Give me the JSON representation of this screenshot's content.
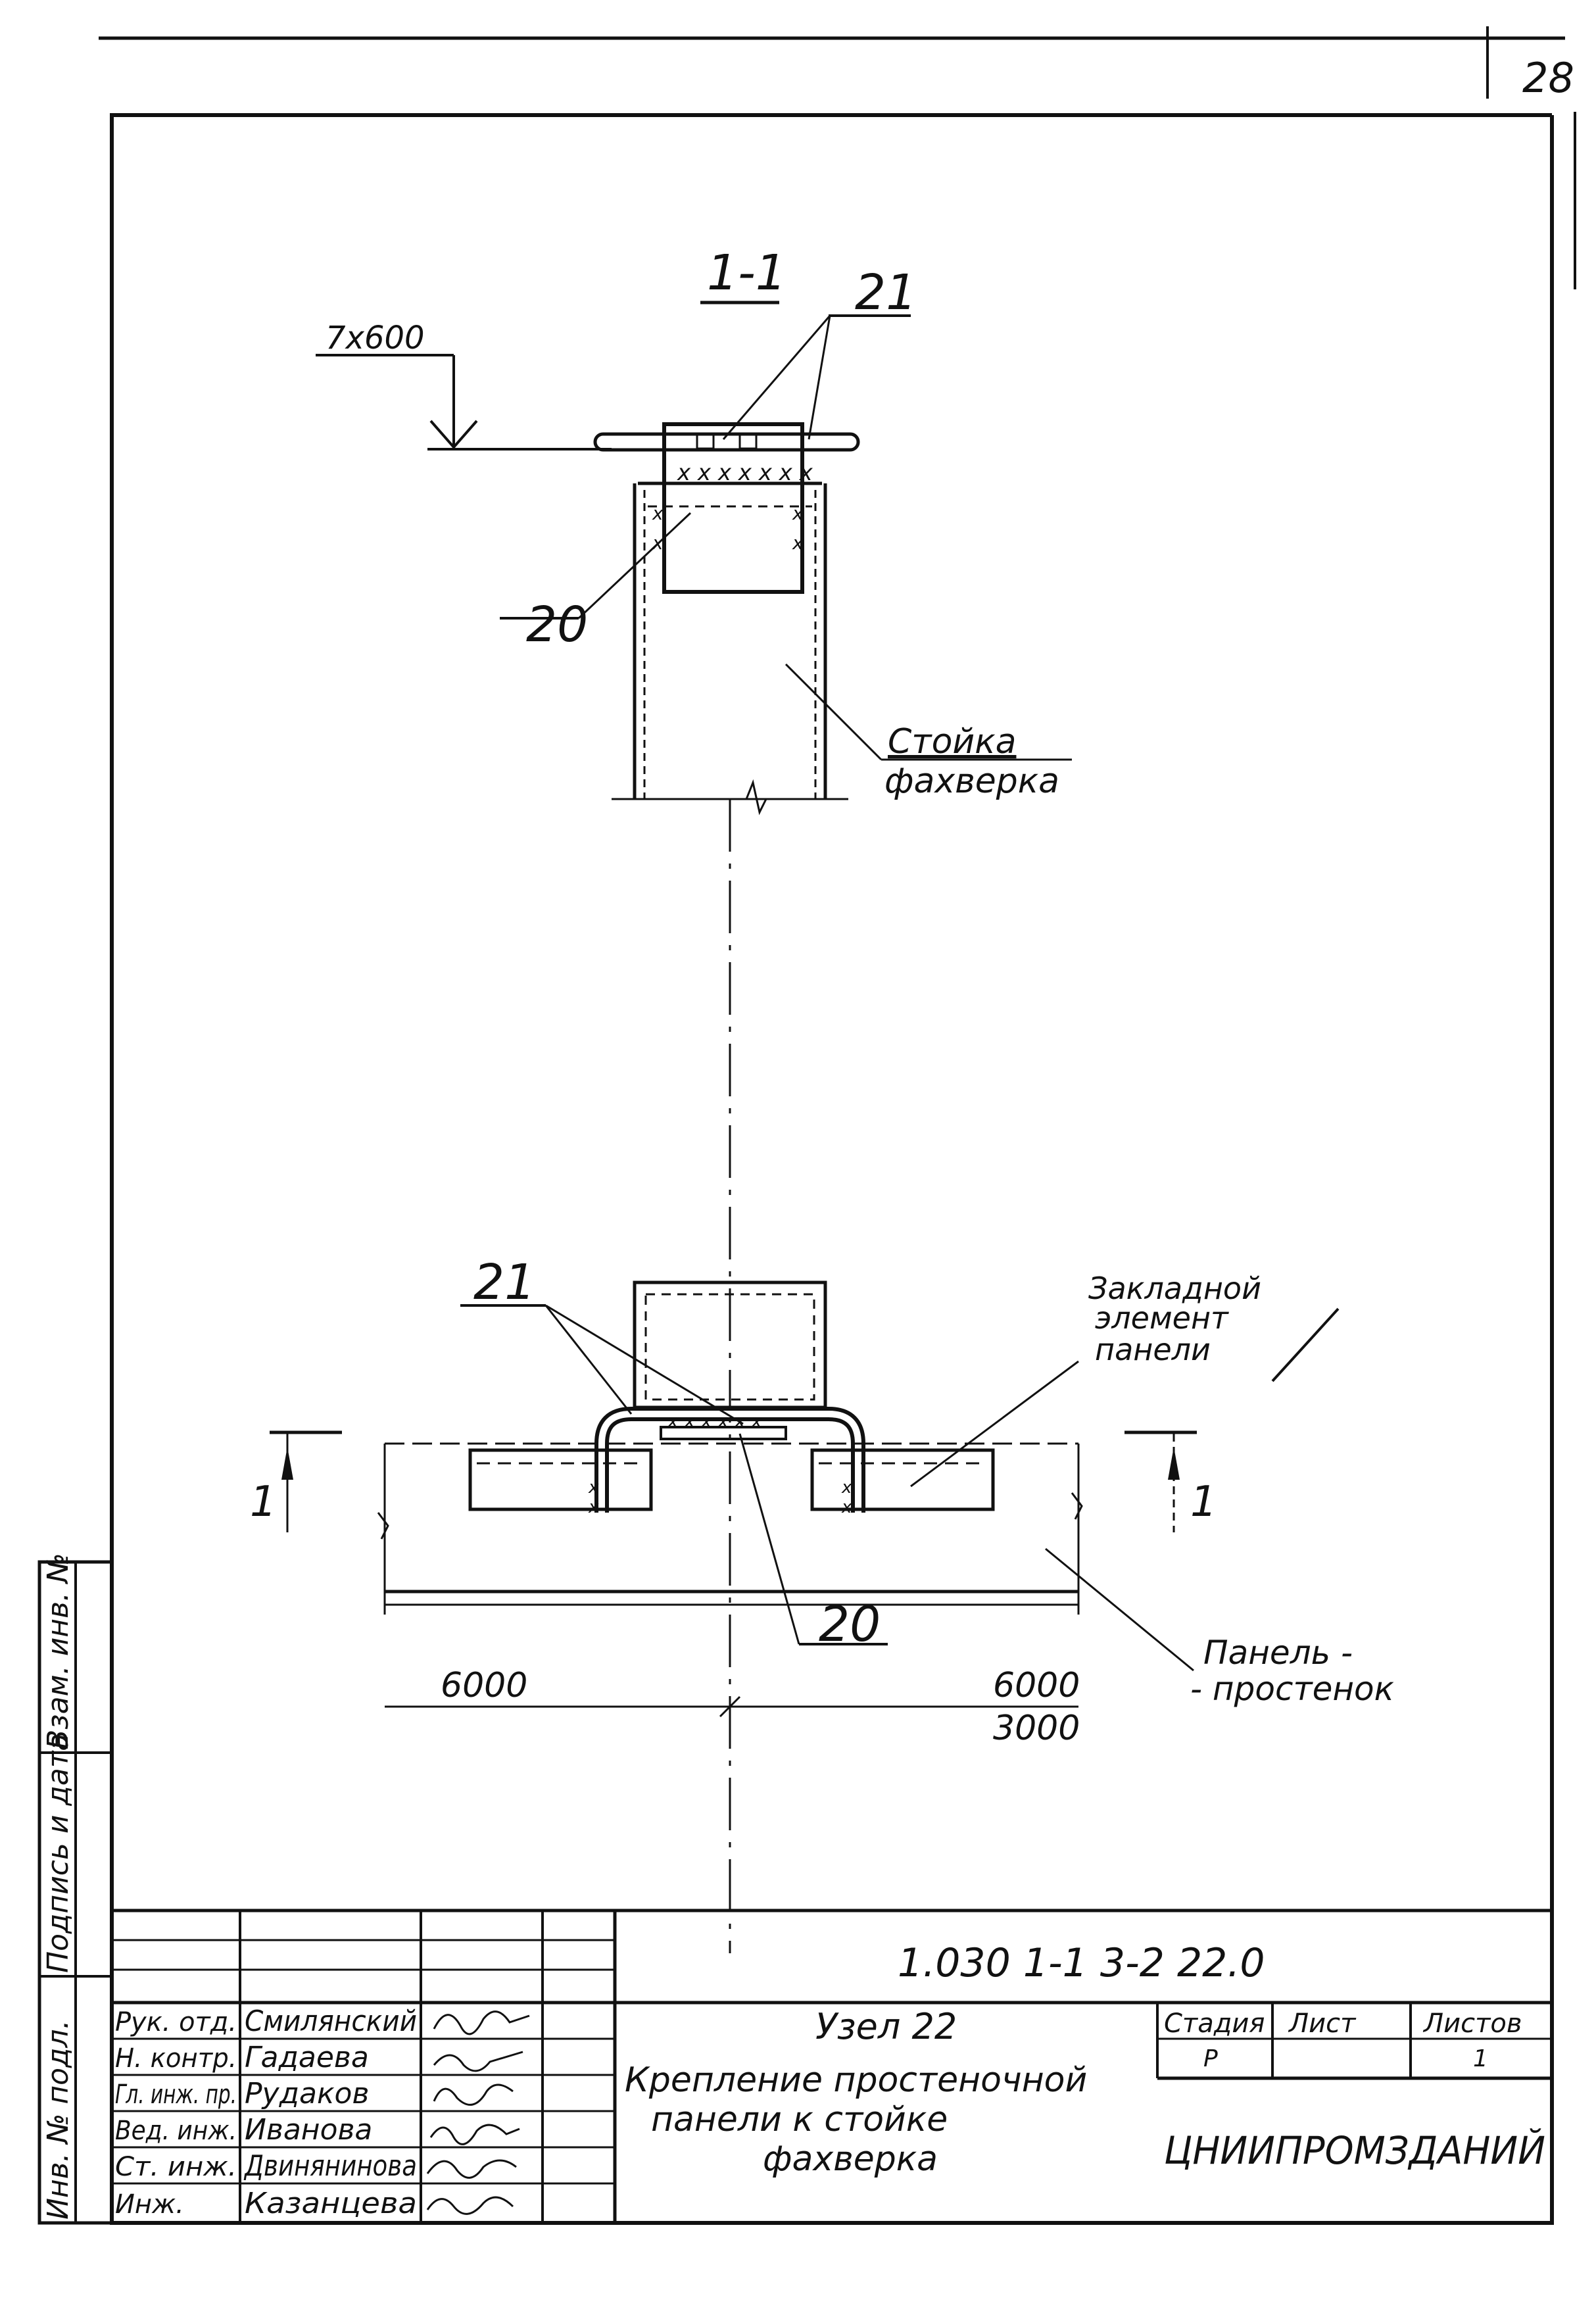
{
  "page_number": "28",
  "section": {
    "title": "1-1",
    "dimension_label": "7x600",
    "callout_21": "21",
    "callout_20": "20",
    "post_label_line1": "Стойка",
    "post_label_line2": "фахверка"
  },
  "plan": {
    "callout_21": "21",
    "callout_20": "20",
    "embedded_line1": "Закладной",
    "embedded_line2": "элемент",
    "embedded_line3": "панели",
    "cut_mark_left": "1",
    "cut_mark_right": "1",
    "panel_line1": "Панель -",
    "panel_line2": "- простенок",
    "dim_left": "6000",
    "dim_right_top": "6000",
    "dim_right_bottom": "3000"
  },
  "side_stamp": {
    "cell1": "Инв. № подл.",
    "cell2": "Подпись и дата",
    "cell3": "Взам. инв. №"
  },
  "title_block": {
    "doc_code": "1.030 1-1 3-2 22.0",
    "node_title": "Узел 22",
    "desc_line1": "Крепление простеночной",
    "desc_line2": "панели к стойке",
    "desc_line3": "фахверка",
    "stage_header": "Стадия",
    "sheet_header": "Лист",
    "sheets_header": "Листов",
    "stage_value": "Р",
    "sheets_value": "1",
    "organization": "ЦНИИПРОМЗДАНИЙ",
    "people": [
      {
        "role": "Рук. отд.",
        "name": "Смилянский"
      },
      {
        "role": "Н. контр.",
        "name": "Гадаева"
      },
      {
        "role": "Гл. инж. пр.",
        "name": "Рудаков"
      },
      {
        "role": "Вед. инж.",
        "name": "Иванова"
      },
      {
        "role": "Ст. инж.",
        "name": "Двинянинова"
      },
      {
        "role": "Инж.",
        "name": "Казанцева"
      }
    ]
  }
}
